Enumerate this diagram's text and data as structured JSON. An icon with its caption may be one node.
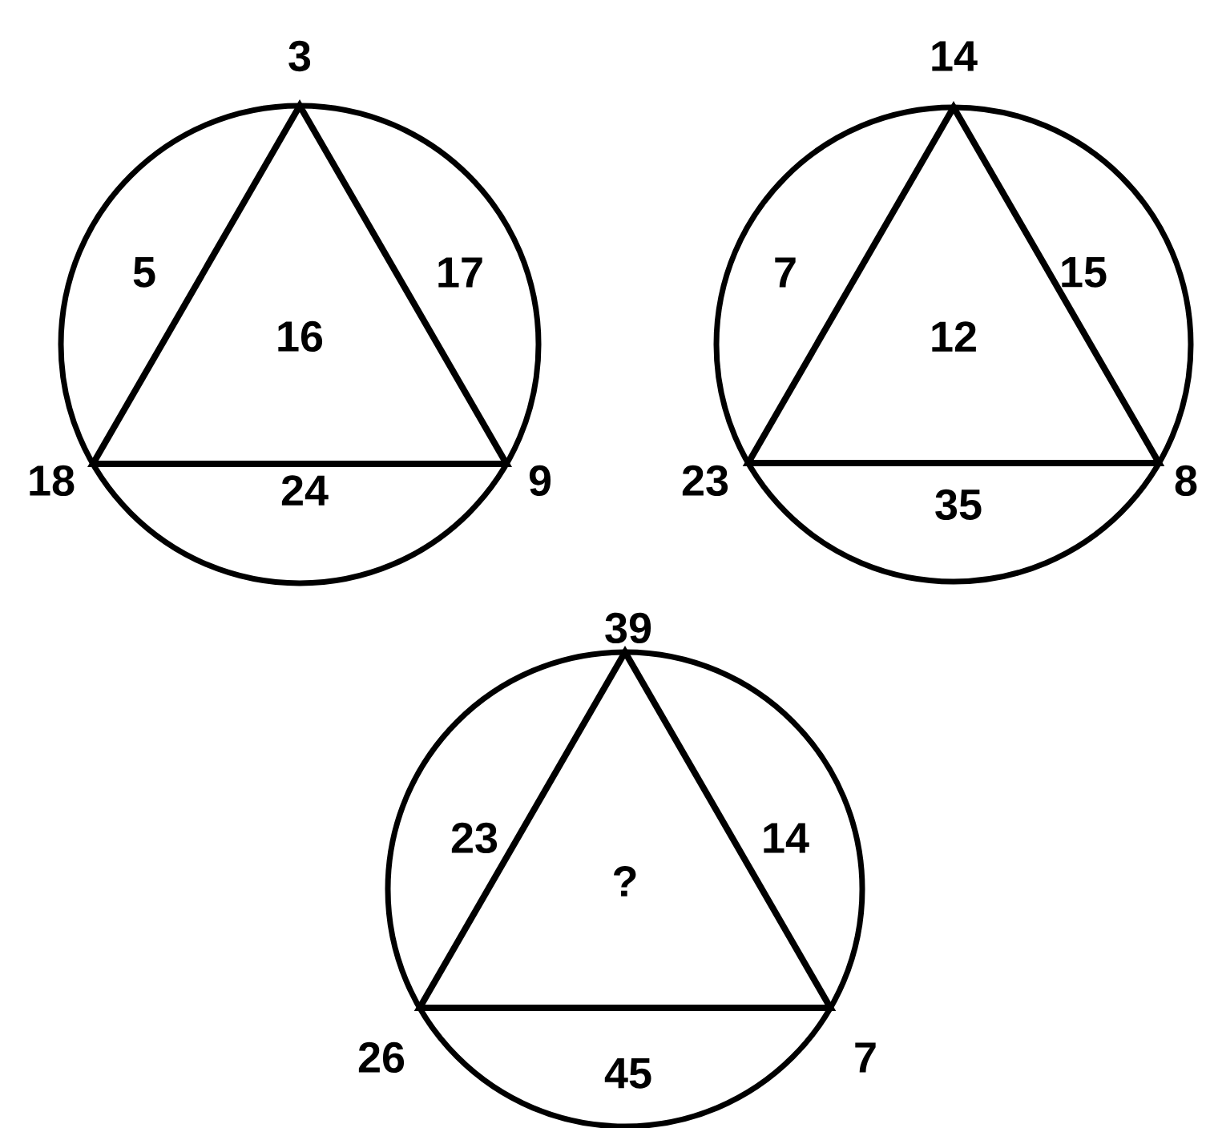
{
  "diagram": {
    "nodes": [
      {
        "text": [
          "5",
          "17",
          "24"
        ],
        "beside": [
          "3",
          "18",
          "9"
        ]
      },
      {
        "text": [
          "16"
        ],
        "in": 0
      },
      {
        "text": [
          "7",
          "15",
          "35"
        ],
        "beside": [
          "14",
          "23",
          "8"
        ]
      },
      {
        "text": [
          "12"
        ],
        "in": 2
      },
      {
        "text": [
          "23",
          "14",
          "45"
        ],
        "beside": [
          "39",
          "26",
          "7"
        ]
      },
      {
        "text": [
          "?"
        ],
        "in": 4
      }
    ],
    "edges": []
  }
}
